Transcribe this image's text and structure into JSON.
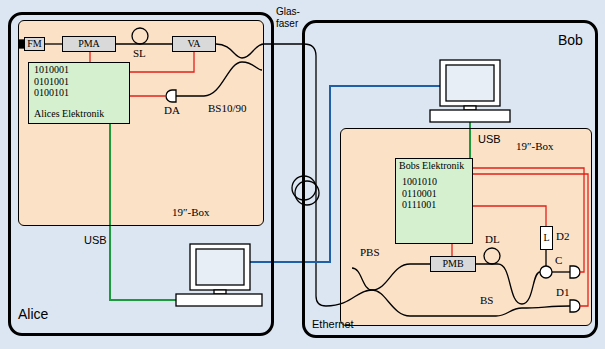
{
  "diagram": {
    "nodes": [
      {
        "text": [
          "Alice"
        ]
      },
      {
        "text": [
          "19″-Box"
        ],
        "in": 0
      },
      {
        "text": [
          "FM"
        ],
        "in": 1
      },
      {
        "text": [
          "PMA"
        ],
        "in": 1
      },
      {
        "text": [
          "VA"
        ],
        "in": 1
      },
      {
        "text": [
          "1010001 0101001 0100101",
          "Alices Elektronik"
        ],
        "in": 1
      },
      {
        "text": [
          "Bob"
        ]
      },
      {
        "text": [
          "19″-Box"
        ],
        "in": 6
      },
      {
        "text": [
          "Bobs Elektronik",
          "1001010 0110001 0111001"
        ],
        "in": 7
      },
      {
        "text": [
          "PMB"
        ],
        "in": 7
      },
      {
        "text": [
          "L"
        ],
        "in": 7
      }
    ],
    "edges": [
      {
        "from": 2,
        "to": 3,
        "arrow": "none"
      },
      {
        "from": 3,
        "to": 4,
        "arrow": "none"
      },
      {
        "from": 5,
        "to": 3,
        "arrow": "none"
      },
      {
        "from": 5,
        "to": 4,
        "arrow": "none"
      },
      {
        "from": 8,
        "to": 9,
        "arrow": "none"
      },
      {
        "from": 8,
        "to": 10,
        "arrow": "none"
      }
    ],
    "labels": [
      "SL",
      "DA",
      "BS10/90",
      "Glas- faser",
      "USB",
      "USB",
      "Ethernet",
      "PBS",
      "DL",
      "D2",
      "C",
      "D1",
      "BS"
    ]
  }
}
